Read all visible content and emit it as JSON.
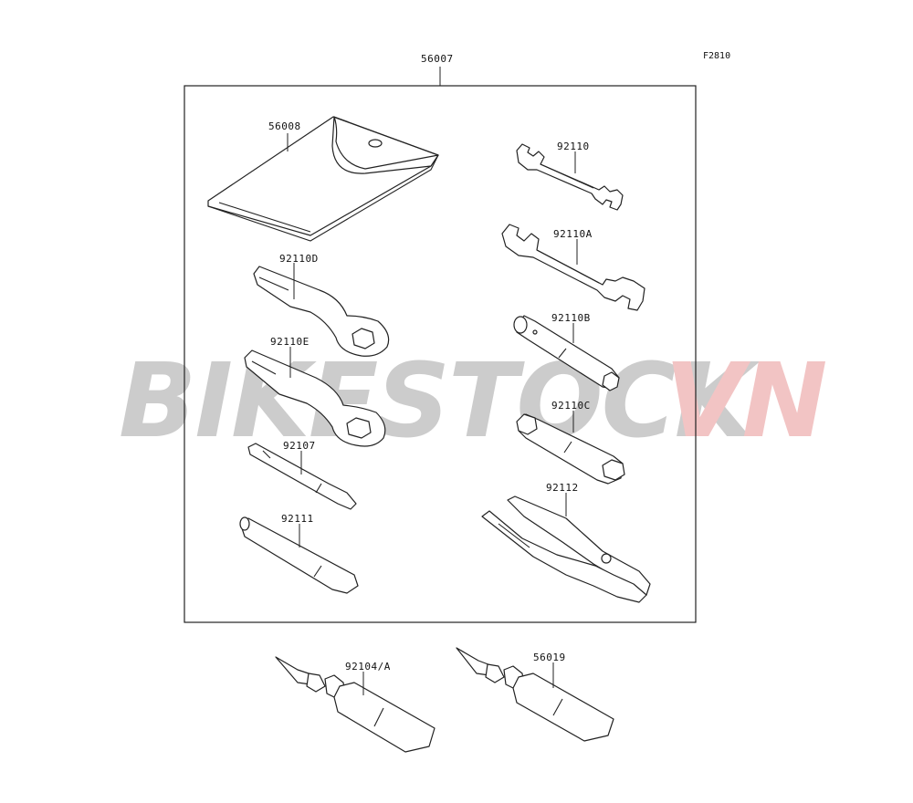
{
  "figure_code": "F2810",
  "watermark": {
    "text_main": "BIKESTOCK",
    "text_accent": "VN",
    "color_main": "#cccccc",
    "color_accent": "#f2c4c4"
  },
  "kit": {
    "part_number": "56007"
  },
  "parts": [
    {
      "id": "pouch",
      "part_number": "56008",
      "icon": "tool-pouch-icon"
    },
    {
      "id": "wrench-a",
      "part_number": "92110",
      "icon": "open-end-wrench-icon"
    },
    {
      "id": "wrench-b",
      "part_number": "92110A",
      "icon": "open-end-wrench-icon"
    },
    {
      "id": "ring-wrench-d",
      "part_number": "92110D",
      "icon": "ring-wrench-icon"
    },
    {
      "id": "socket-b",
      "part_number": "92110B",
      "icon": "box-socket-icon"
    },
    {
      "id": "ring-wrench-e",
      "part_number": "92110E",
      "icon": "ring-wrench-icon"
    },
    {
      "id": "socket-c",
      "part_number": "92110C",
      "icon": "spark-plug-socket-icon"
    },
    {
      "id": "screwdriver",
      "part_number": "92107",
      "icon": "screwdriver-icon"
    },
    {
      "id": "pliers",
      "part_number": "92112",
      "icon": "pliers-icon"
    },
    {
      "id": "handle",
      "part_number": "92111",
      "icon": "handle-bar-icon"
    },
    {
      "id": "grease-a",
      "part_number": "92104/A",
      "icon": "grease-tube-icon"
    },
    {
      "id": "grease-b",
      "part_number": "56019",
      "icon": "grease-tube-icon"
    }
  ]
}
